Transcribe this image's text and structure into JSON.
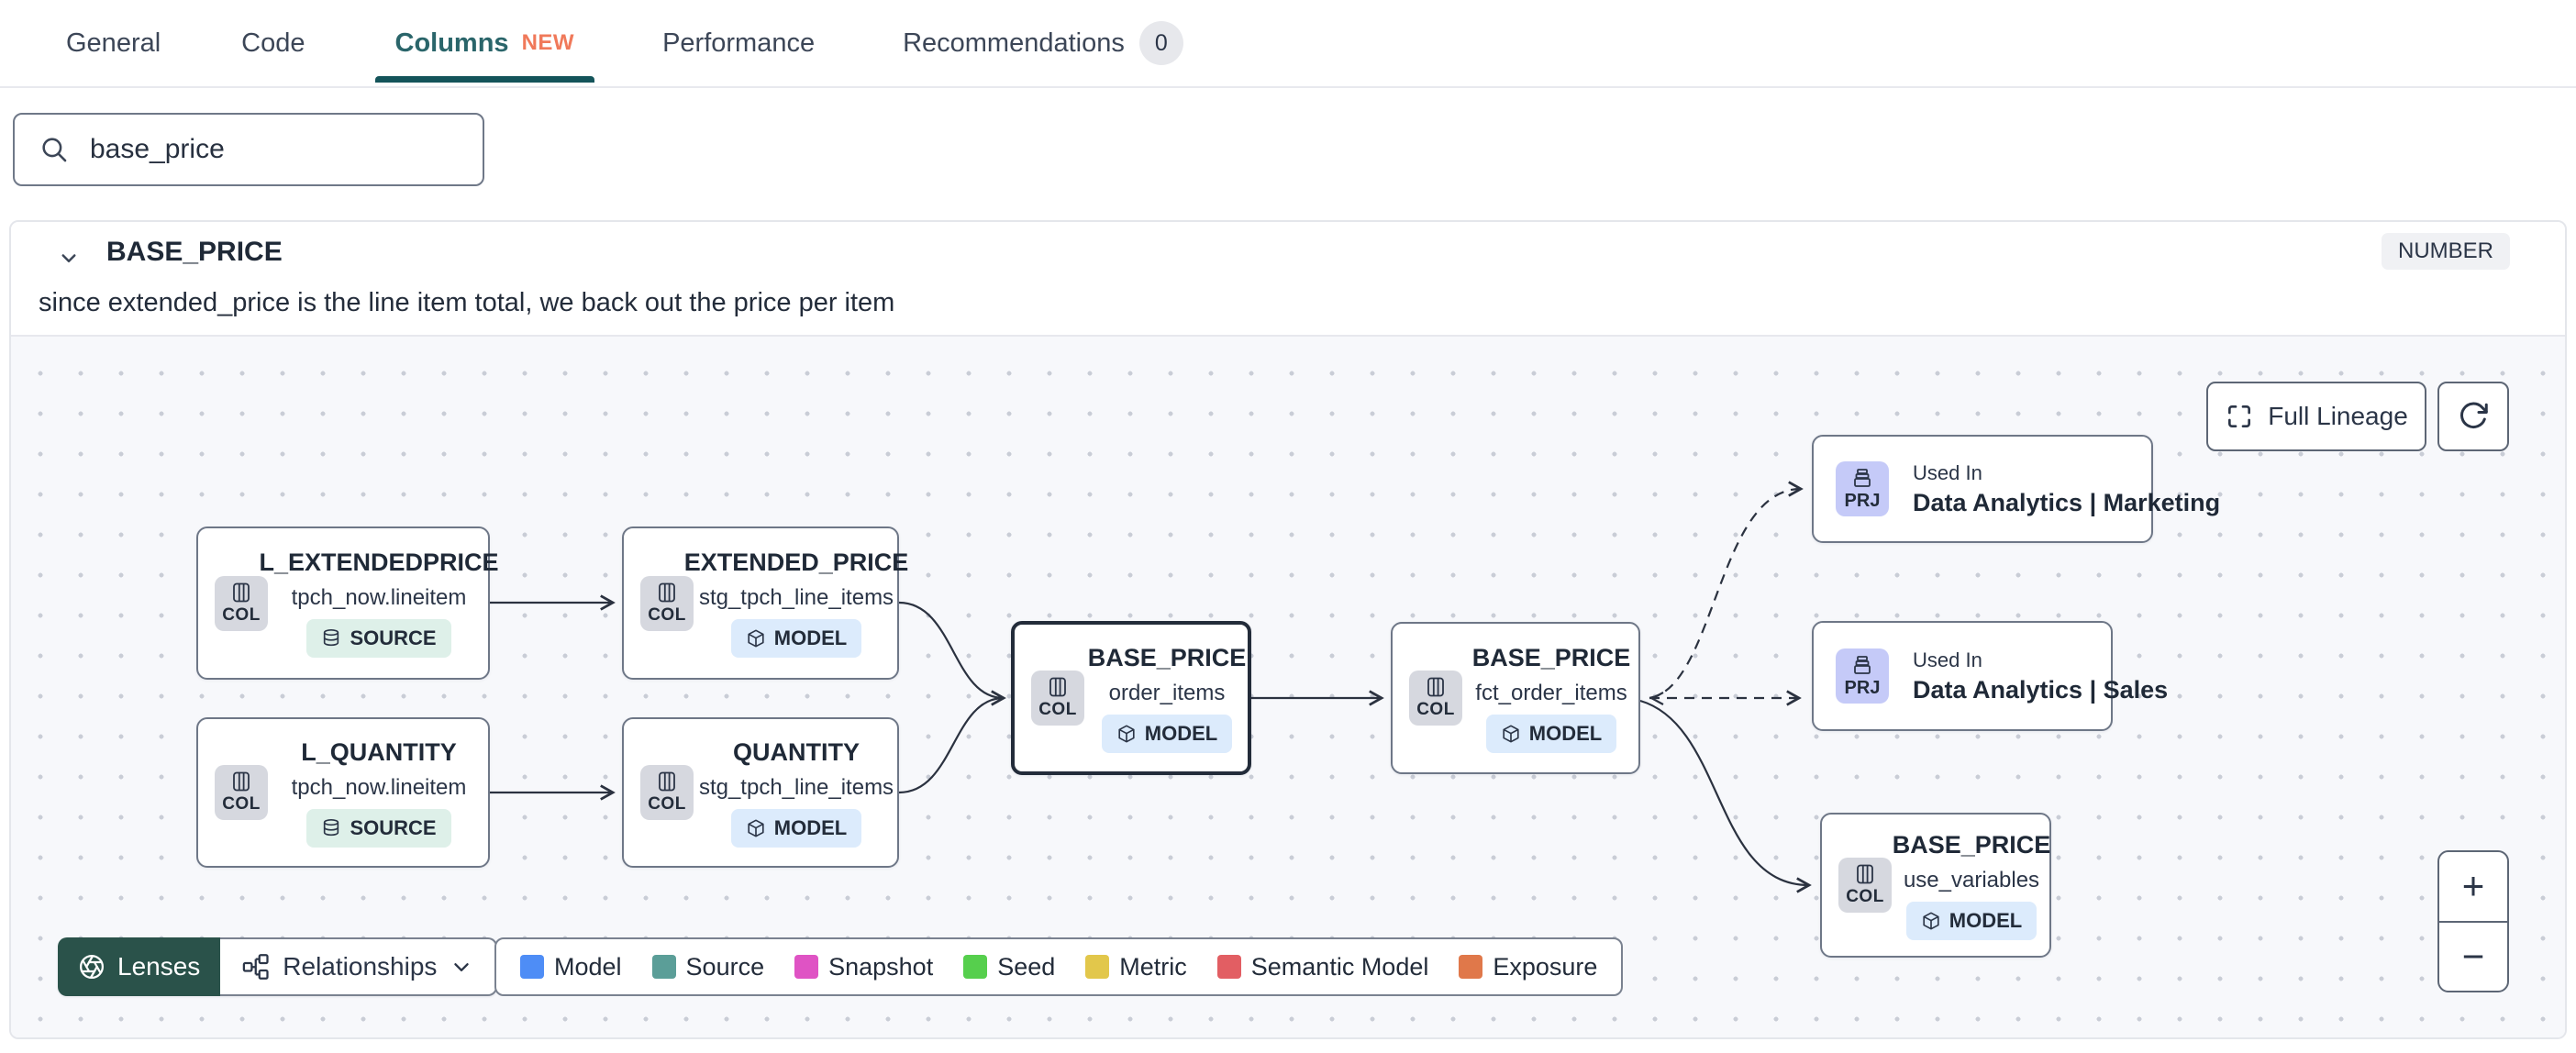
{
  "tabs": {
    "items": [
      {
        "label": "General"
      },
      {
        "label": "Code"
      },
      {
        "label": "Columns",
        "badge": "NEW",
        "active": true
      },
      {
        "label": "Performance"
      },
      {
        "label": "Recommendations",
        "count": "0"
      }
    ]
  },
  "search": {
    "value": "base_price"
  },
  "column_panel": {
    "name": "BASE_PRICE",
    "data_type": "NUMBER",
    "description": "since extended_price is the line item total, we back out the price per item"
  },
  "lineage": {
    "controls": {
      "full_lineage_label": "Full Lineage",
      "zoom_in": "+",
      "zoom_out": "−"
    },
    "nodes": [
      {
        "badge": "COL",
        "title": "L_EXTENDEDPRICE",
        "subtitle": "tpch_now.lineitem",
        "type": "SOURCE"
      },
      {
        "badge": "COL",
        "title": "EXTENDED_PRICE",
        "subtitle": "stg_tpch_line_items",
        "type": "MODEL"
      },
      {
        "badge": "COL",
        "title": "L_QUANTITY",
        "subtitle": "tpch_now.lineitem",
        "type": "SOURCE"
      },
      {
        "badge": "COL",
        "title": "QUANTITY",
        "subtitle": "stg_tpch_line_items",
        "type": "MODEL"
      },
      {
        "badge": "COL",
        "title": "BASE_PRICE",
        "subtitle": "order_items",
        "type": "MODEL",
        "selected": true
      },
      {
        "badge": "COL",
        "title": "BASE_PRICE",
        "subtitle": "fct_order_items",
        "type": "MODEL"
      },
      {
        "badge": "PRJ",
        "title": "Used In",
        "name": "Data Analytics | Marketing"
      },
      {
        "badge": "PRJ",
        "title": "Used In",
        "name": "Data Analytics | Sales"
      },
      {
        "badge": "COL",
        "title": "BASE_PRICE",
        "subtitle": "use_variables",
        "type": "MODEL"
      }
    ]
  },
  "footer": {
    "lenses_label": "Lenses",
    "relationships_label": "Relationships",
    "legend": [
      {
        "label": "Model",
        "color": "#4e8df6"
      },
      {
        "label": "Source",
        "color": "#5b9e98"
      },
      {
        "label": "Snapshot",
        "color": "#df53c4"
      },
      {
        "label": "Seed",
        "color": "#56cf4d"
      },
      {
        "label": "Metric",
        "color": "#e2c74b"
      },
      {
        "label": "Semantic Model",
        "color": "#e25e63"
      },
      {
        "label": "Exposure",
        "color": "#e0784a"
      }
    ]
  },
  "colors": {
    "accent_teal": "#2a656a",
    "tab_underline": "#14545a",
    "new_orange": "#f0795a",
    "col_badge_bg": "#d6d8df",
    "prj_badge_bg": "#c5caf8",
    "model_badge_bg": "#dcebfc",
    "source_badge_bg": "#def0e9",
    "lenses_green": "#2a524a",
    "number_pill_bg": "#f0f1f4"
  }
}
